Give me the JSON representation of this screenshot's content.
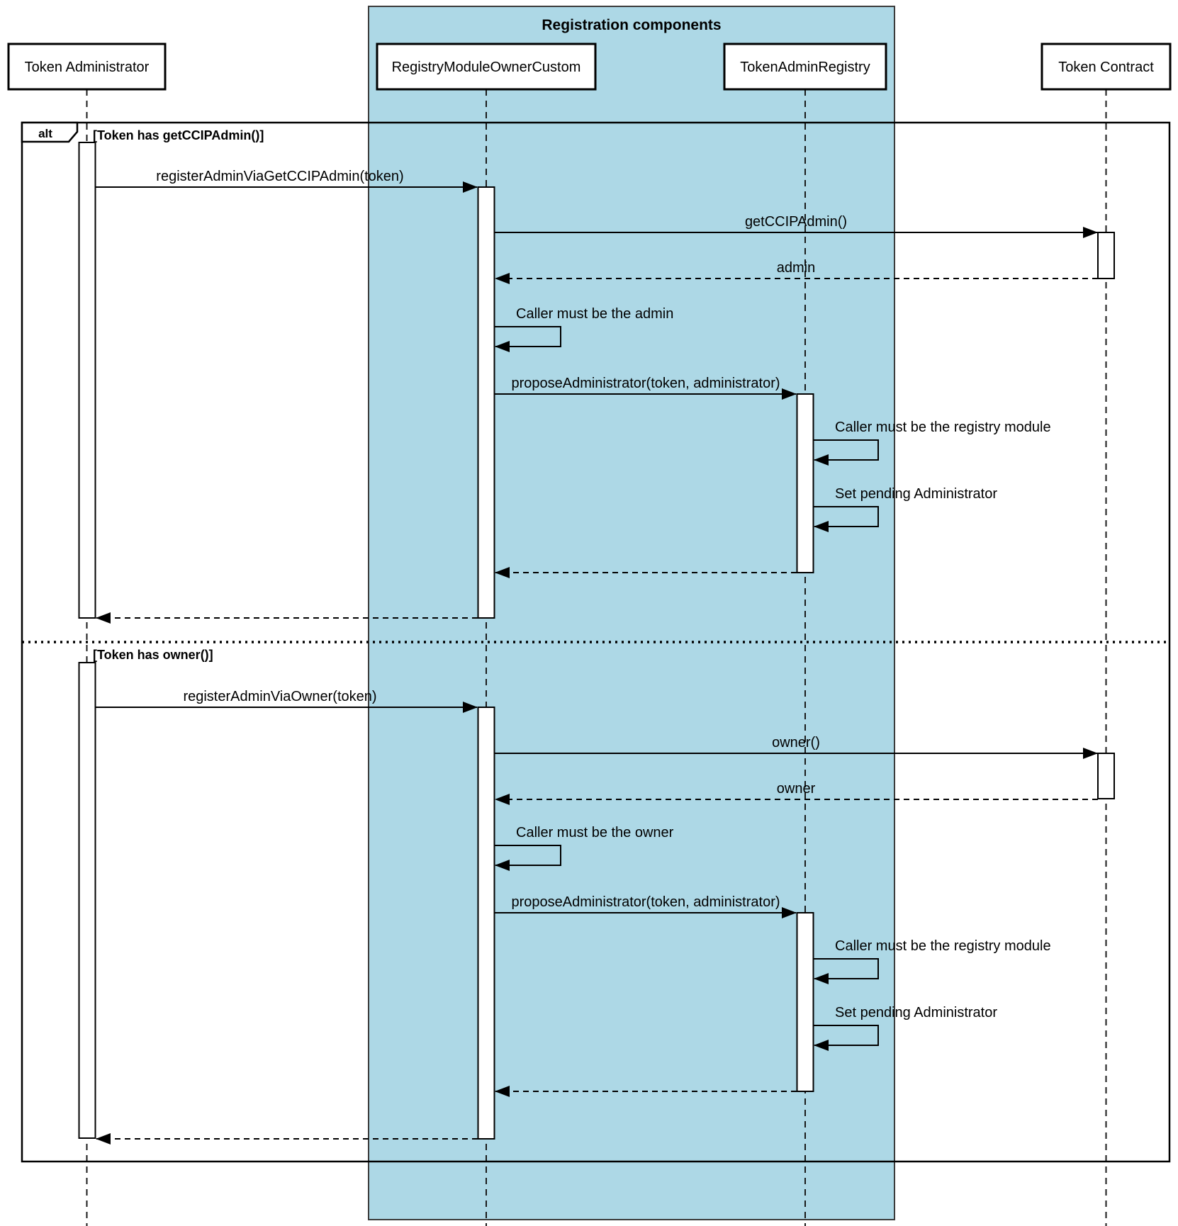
{
  "diagram": {
    "type": "uml-sequence",
    "container": {
      "title": "Registration components",
      "fill": "#ADD8E6"
    },
    "participants": [
      {
        "label": "Token Administrator"
      },
      {
        "label": "RegistryModuleOwnerCustom"
      },
      {
        "label": "TokenAdminRegistry"
      },
      {
        "label": "Token Contract"
      }
    ],
    "alt_frame": {
      "operator": "alt",
      "sections": [
        {
          "guard": "[Token has getCCIPAdmin()]",
          "messages": [
            {
              "from": "Token Administrator",
              "to": "RegistryModuleOwnerCustom",
              "type": "call",
              "label": "registerAdminViaGetCCIPAdmin(token)"
            },
            {
              "from": "RegistryModuleOwnerCustom",
              "to": "Token Contract",
              "type": "call",
              "label": "getCCIPAdmin()"
            },
            {
              "from": "Token Contract",
              "to": "RegistryModuleOwnerCustom",
              "type": "return",
              "label": "admin"
            },
            {
              "from": "RegistryModuleOwnerCustom",
              "to": "RegistryModuleOwnerCustom",
              "type": "self",
              "label": "Caller must be the admin"
            },
            {
              "from": "RegistryModuleOwnerCustom",
              "to": "TokenAdminRegistry",
              "type": "call",
              "label": "proposeAdministrator(token, administrator)"
            },
            {
              "from": "TokenAdminRegistry",
              "to": "TokenAdminRegistry",
              "type": "self",
              "label": "Caller must be the registry module"
            },
            {
              "from": "TokenAdminRegistry",
              "to": "TokenAdminRegistry",
              "type": "self",
              "label": "Set pending Administrator"
            },
            {
              "from": "TokenAdminRegistry",
              "to": "RegistryModuleOwnerCustom",
              "type": "return",
              "label": ""
            },
            {
              "from": "RegistryModuleOwnerCustom",
              "to": "Token Administrator",
              "type": "return",
              "label": ""
            }
          ]
        },
        {
          "guard": "[Token has owner()]",
          "messages": [
            {
              "from": "Token Administrator",
              "to": "RegistryModuleOwnerCustom",
              "type": "call",
              "label": "registerAdminViaOwner(token)"
            },
            {
              "from": "RegistryModuleOwnerCustom",
              "to": "Token Contract",
              "type": "call",
              "label": "owner()"
            },
            {
              "from": "Token Contract",
              "to": "RegistryModuleOwnerCustom",
              "type": "return",
              "label": "owner"
            },
            {
              "from": "RegistryModuleOwnerCustom",
              "to": "RegistryModuleOwnerCustom",
              "type": "self",
              "label": "Caller must be the owner"
            },
            {
              "from": "RegistryModuleOwnerCustom",
              "to": "TokenAdminRegistry",
              "type": "call",
              "label": "proposeAdministrator(token, administrator)"
            },
            {
              "from": "TokenAdminRegistry",
              "to": "TokenAdminRegistry",
              "type": "self",
              "label": "Caller must be the registry module"
            },
            {
              "from": "TokenAdminRegistry",
              "to": "TokenAdminRegistry",
              "type": "self",
              "label": "Set pending Administrator"
            },
            {
              "from": "TokenAdminRegistry",
              "to": "RegistryModuleOwnerCustom",
              "type": "return",
              "label": ""
            },
            {
              "from": "RegistryModuleOwnerCustom",
              "to": "Token Administrator",
              "type": "return",
              "label": ""
            }
          ]
        }
      ]
    }
  }
}
